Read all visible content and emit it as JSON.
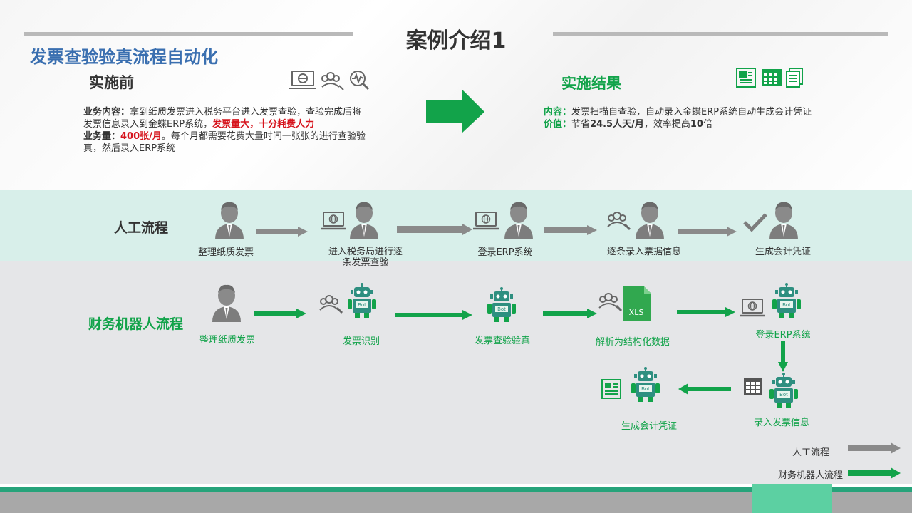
{
  "header": {
    "title": "案例介绍1"
  },
  "subtitle": "发票查验验真流程自动化",
  "before": {
    "heading": "实施前",
    "business_label": "业务内容：",
    "business_text": "拿到纸质发票进入税务平台进入发票查验，查验完成后将发票信息录入到金蝶ERP系统，",
    "business_highlight": "发票量大，十分耗费人力",
    "volume_label": "业务量：",
    "volume_value": "400张/月",
    "volume_text": "。每个月都需要花费大量时间一张张的进行查验验真，然后录入ERP系统"
  },
  "after": {
    "heading": "实施结果",
    "content_label": "内容：",
    "content_text": "发票扫描自查验，自动录入金蝶ERP系统自动生成会计凭证",
    "value_label": "价值：",
    "value_pre": "节省",
    "value_days": "24.5人天/月",
    "value_mid": "，效率提高",
    "value_times": "10",
    "value_post": "倍"
  },
  "manual": {
    "label": "人工流程",
    "steps": [
      "整理纸质发票",
      "进入税务局进行逐条发票查验",
      "登录ERP系统",
      "逐条录入票据信息",
      "生成会计凭证"
    ]
  },
  "robot": {
    "label": "财务机器人流程",
    "steps": [
      "整理纸质发票",
      "发票识别",
      "发票查验验真",
      "解析为结构化数据",
      "登录ERP系统",
      "录入发票信息",
      "生成会计凭证"
    ],
    "file_badge": "XLS",
    "robot_badge": "Bot"
  },
  "legend": {
    "manual": "人工流程",
    "robot": "财务机器人流程"
  },
  "colors": {
    "green": "#12a34a",
    "gray_arrow": "#8a8a8a",
    "red": "#d6141d",
    "blue": "#3a6fb0"
  }
}
